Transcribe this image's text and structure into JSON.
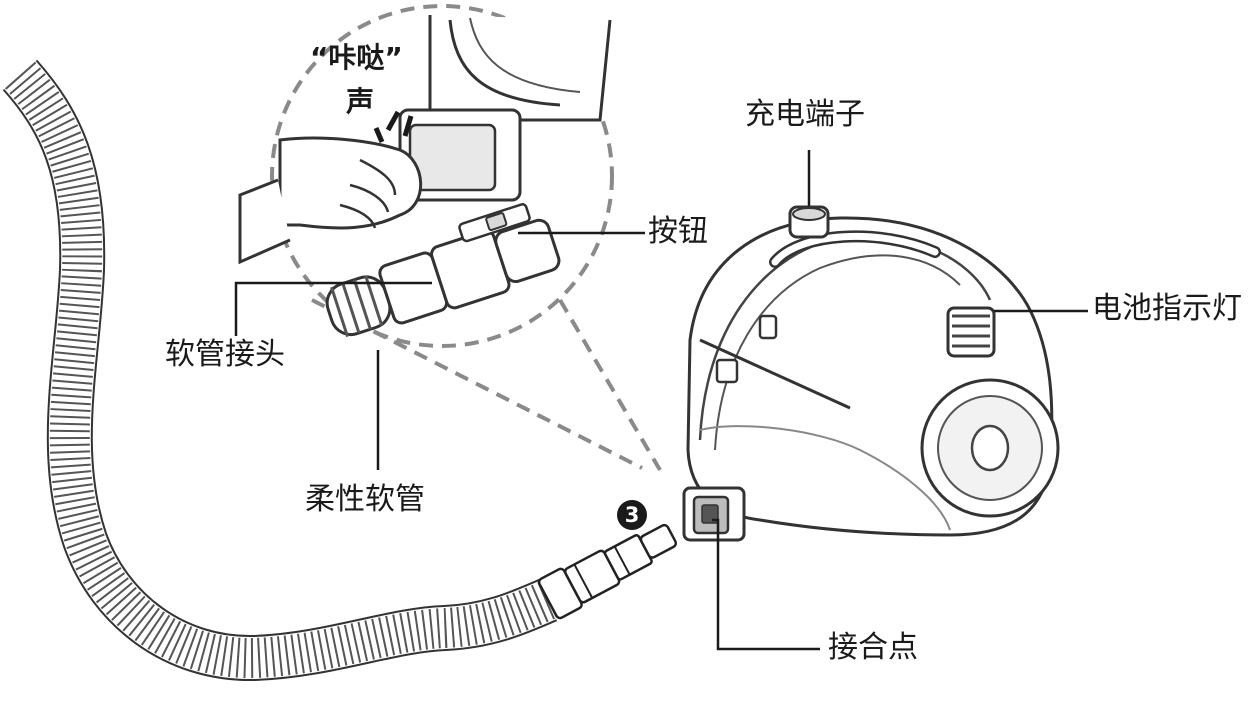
{
  "labels": {
    "click_sound_line1": "“咔哒”",
    "click_sound_line2": "声",
    "charging_terminal": "充电端子",
    "button": "按钮",
    "battery_indicator": "电池指示灯",
    "hose_connector": "软管接头",
    "flexible_hose": "柔性软管",
    "step_number": "3",
    "connection_point": "接合点"
  },
  "colors": {
    "line": "#1a1a1a",
    "outline": "#444444",
    "dashed_circle": "#8a8a8a",
    "shade": "#d9d9d9",
    "dark_shade": "#bdbdbd",
    "background": "#ffffff"
  }
}
